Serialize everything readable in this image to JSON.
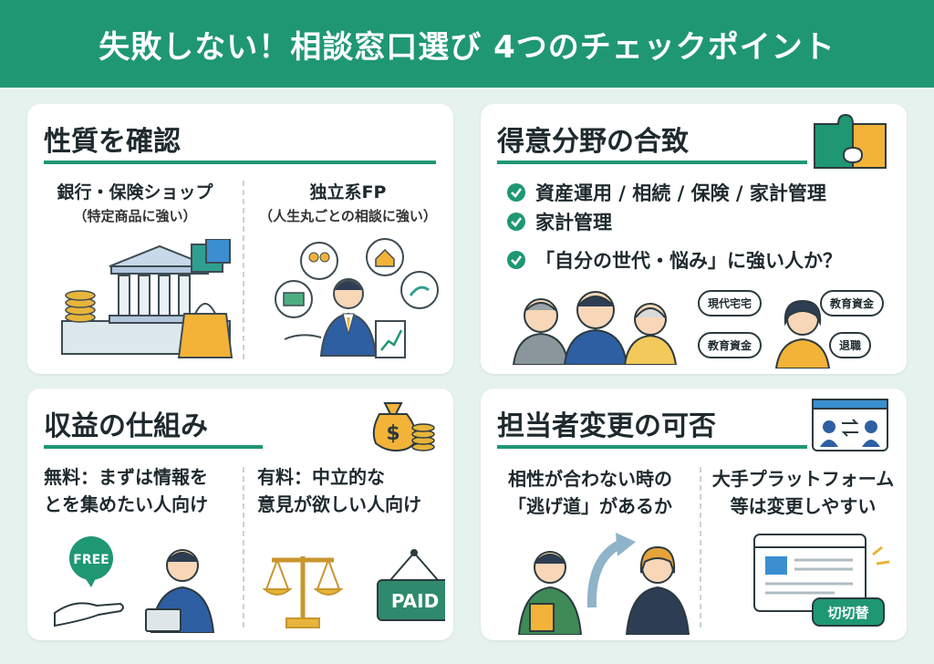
{
  "header": {
    "title": "失敗しない！相談窓口選び 4つのチェックポイント"
  },
  "card1": {
    "title": "性質を確認",
    "left_title": "銀行・保険ショップ",
    "left_note": "（特定商品に強い）",
    "right_title": "独立系FP",
    "right_note": "（人生丸ごとの相談に強い）"
  },
  "card2": {
    "title": "得意分野の合致",
    "checks": [
      "資産運用 / 相続 / 保険 / 家計管理",
      "家計管理",
      "「自分の世代・悩み」に強い人か？"
    ],
    "bubbles": [
      "現代宅宅",
      "教育資金",
      "教育資金",
      "退職"
    ]
  },
  "card3": {
    "title": "収益の仕組み",
    "left_lines": [
      "無料：まずは情報を",
      "とを集めたい人向け"
    ],
    "right_lines": [
      "有料：中立的な",
      "意見が欲しい人向け"
    ],
    "free_label": "FREE",
    "paid_label": "PAID"
  },
  "card4": {
    "title": "担当者変更の可否",
    "left_lines": [
      "相性が合わない時の",
      "「逃げ道」があるか"
    ],
    "right_lines": [
      "大手プラットフォーム",
      "等は変更しやすい"
    ],
    "switch_label": "切切替"
  },
  "colors": {
    "accent": "#1f9773",
    "background": "#e6f2ee",
    "gold": "#e7b53b"
  }
}
